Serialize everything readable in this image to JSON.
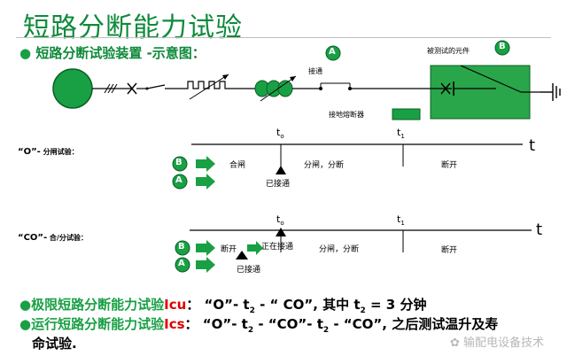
{
  "title": "短路分断能力试验",
  "subtitle": "短路分断试验装置 -示意图：",
  "circuit": {
    "badge_a": "A",
    "badge_b": "B",
    "connect_label": "接通",
    "device_under_test_label": "被测试的元件",
    "ground_fuse_label": "接地熔断器"
  },
  "o_test": {
    "label_main": "“O”-",
    "label_sub": " 分闸试验：",
    "t0": "t",
    "t0_sub": "o",
    "t1": "t",
    "t1_sub": "1",
    "axis": "t",
    "b": "B",
    "a": "A",
    "phase1": "合闸",
    "phase2": "分闸，分断",
    "phase3": "断开",
    "marker": "已接通"
  },
  "co_test": {
    "label_main": "“CO”-",
    "label_sub": " 合/分试验：",
    "t0": "t",
    "t0_sub": "o",
    "t1": "t",
    "t1_sub": "1",
    "axis": "t",
    "b": "B",
    "a": "A",
    "phase1": "断开",
    "phase2": "正在接通",
    "phase3": "分闸，分断",
    "phase4": "断开",
    "marker": "已接通"
  },
  "bottom": {
    "line1_green": "极限短路分断能力试验",
    "line1_red": "Icu",
    "line1_rest": "：  “O”-  t",
    "line1_sub": "2",
    "line1_tail": " - “ CO”, 其中 t",
    "line1_sub2": "2",
    "line1_end": " = 3 分钟",
    "line2_green": "运行短路分断能力试验",
    "line2_red": "Ics",
    "line2_rest": "：  “O”- t",
    "line2_sub": "2",
    "line2_mid": " - “CO”- t",
    "line2_sub2": "2",
    "line2_tail": " - “CO”, 之后测试温升及寿",
    "line3": "命试验."
  },
  "watermark": "输配电设备技术",
  "colors": {
    "green": "#19a045",
    "dark_green": "#0e8a3a",
    "device_green": "#2aa64a",
    "red": "#e00000"
  }
}
